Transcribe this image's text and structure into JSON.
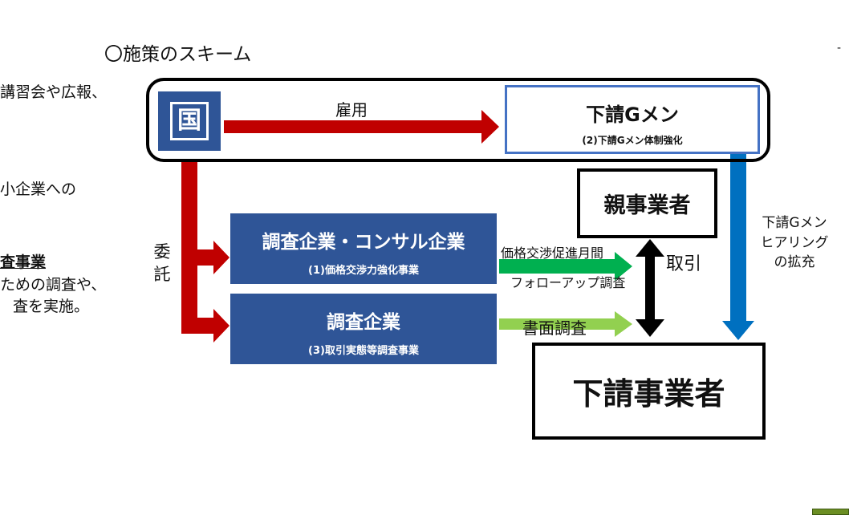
{
  "heading": "〇施策のスキーム",
  "left_text": {
    "line1": "講習会や広報、",
    "line2": "小企業への",
    "line3": "査事業",
    "line4": "ための調査や、",
    "line5": "査を実施。"
  },
  "top_right_mark": "-",
  "government": {
    "label": "国"
  },
  "gmen": {
    "title": "下請Gメン",
    "subtitle": "(2)下請Gメン体制強化"
  },
  "employment_label": "雇用",
  "entrust_label": "委託",
  "box1": {
    "title": "調査企業・コンサル企業",
    "subtitle": "(1)価格交渉力強化事業"
  },
  "box3": {
    "title": "調査企業",
    "subtitle": "(3)取引実態等調査事業"
  },
  "parent_business": "親事業者",
  "subcontractor": "下請事業者",
  "followup_line1": "価格交渉促進月間",
  "followup_line2": "フォローアップ調査",
  "written_survey": "書面調査",
  "transaction": "取引",
  "hearing": {
    "line1": "下請Gメン",
    "line2": "ヒアリング",
    "line3": "の拡充"
  },
  "colors": {
    "navy": "#2f5597",
    "border_blue": "#4472c4",
    "red_arrow": "#c00000",
    "green_arrow": "#00b050",
    "light_green_arrow": "#92d050",
    "blue_arrow": "#0070c0"
  }
}
